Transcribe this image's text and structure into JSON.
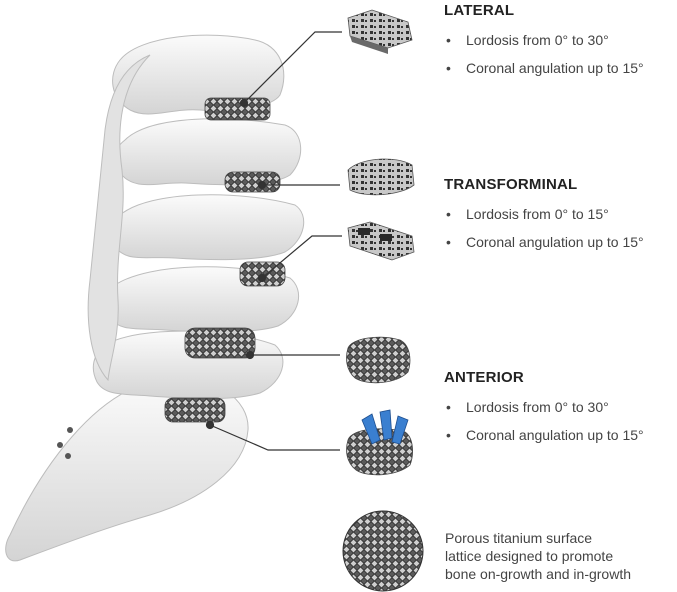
{
  "sections": [
    {
      "heading": "LATERAL",
      "bullets": [
        "Lordosis from 0° to 30°",
        "Coronal angulation up to 15°"
      ]
    },
    {
      "heading": "TRANSFORMINAL",
      "bullets": [
        "Lordosis from 0° to 15°",
        "Coronal angulation up to 15°"
      ]
    },
    {
      "heading": "ANTERIOR",
      "bullets": [
        "Lordosis from 0° to 30°",
        "Coronal angulation up to 15°"
      ]
    }
  ],
  "porous": {
    "lines": [
      "Porous titanium surface",
      "lattice designed to promote",
      "bone on-growth and in-growth"
    ]
  },
  "colors": {
    "bone": "#eeeeee",
    "bone_shadow": "#c9c9c9",
    "implant": "#9a9a9a",
    "screw": "#3a7fd0",
    "leader": "#333333"
  }
}
